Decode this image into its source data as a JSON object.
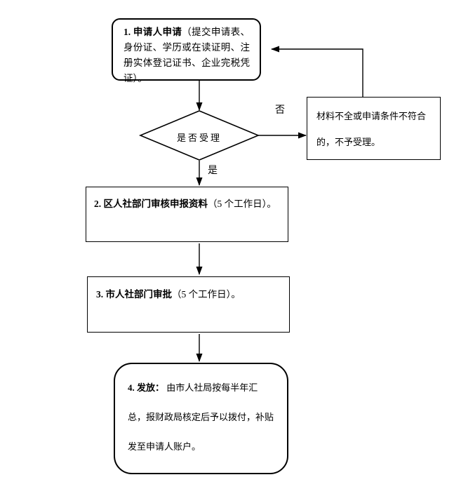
{
  "diagram": {
    "type": "flowchart",
    "nodes": {
      "step1": {
        "bold": "1. 申请人申请",
        "rest": "（提交申请表、身份证、学历或在读证明、注册实体登记证书、企业完税凭证）。"
      },
      "decision": {
        "label": "是否受理"
      },
      "reject_note": {
        "text": "材料不全或申请条件不符合的，不予受理。"
      },
      "step2": {
        "bold": "2. 区人社部门审核申报资料",
        "rest": "（5 个工作日）。"
      },
      "step3": {
        "bold": "3. 市人社部门审批",
        "rest": "（5 个工作日）。"
      },
      "step4": {
        "bold": "4. 发放：",
        "rest": " 由市人社局按每半年汇总，报财政局核定后予以拨付，补贴发至申请人账户。"
      }
    },
    "edges": {
      "no_label": "否",
      "yes_label": "是"
    },
    "colors": {
      "stroke": "#000000",
      "background": "#ffffff",
      "text": "#000000"
    }
  }
}
